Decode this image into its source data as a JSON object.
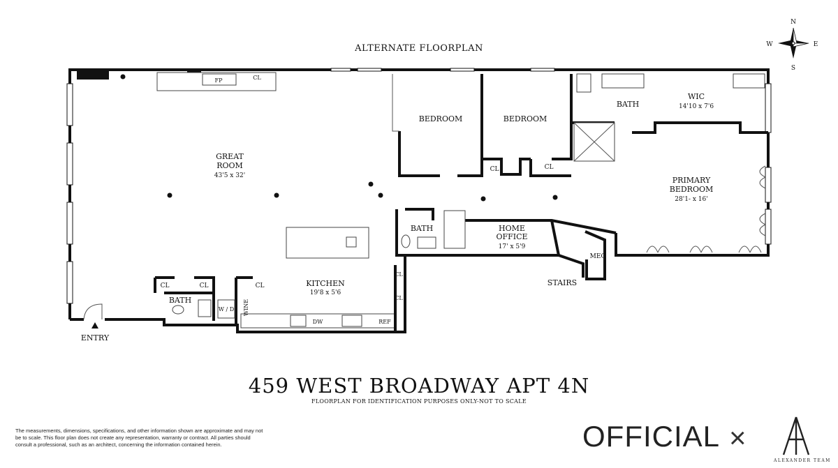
{
  "header": {
    "title": "ALTERNATE FLOORPLAN"
  },
  "compass": {
    "n": "N",
    "s": "S",
    "e": "E",
    "w": "W"
  },
  "rooms": {
    "great_room": {
      "name1": "GREAT",
      "name2": "ROOM",
      "dims": "43'5 x 32'"
    },
    "bedroom_1": {
      "name": "BEDROOM"
    },
    "bedroom_2": {
      "name": "BEDROOM"
    },
    "bath_top": {
      "name": "BATH"
    },
    "wic": {
      "name": "WIC",
      "dims": "14'10 x 7'6"
    },
    "primary_bedroom": {
      "name1": "PRIMARY",
      "name2": "BEDROOM",
      "dims": "28'1- x 16'"
    },
    "bath_mid": {
      "name": "BATH"
    },
    "home_office": {
      "name1": "HOME",
      "name2": "OFFICE",
      "dims": "17' x 5'9"
    },
    "mec": {
      "name": "MEC"
    },
    "stairs": {
      "name": "STAIRS"
    },
    "kitchen": {
      "name": "KITCHEN",
      "dims": "19'8 x 5'6"
    },
    "bath_low": {
      "name": "BATH"
    },
    "entry": {
      "name": "ENTRY"
    }
  },
  "fixtures": {
    "fp": "FP",
    "cl": "CL",
    "wd": "W / D",
    "wine": "WINE",
    "dw": "DW",
    "ref": "REF"
  },
  "footer": {
    "address": "459 WEST BROADWAY APT 4N",
    "note": "FLOORPLAN FOR IDENTIFICATION PURPOSES ONLY-NOT TO SCALE",
    "disclaimer": "The measurements, dimensions, specifications, and other information shown are approximate and may not be to scale. This floor plan does not create any representation, warranty or contract. All parties should consult a professional, such as an architect, concerning the information contained herein.",
    "brand": "OFFICIAL",
    "separator": "×",
    "logo_letter": "A",
    "logo_name": "ALEXANDER TEAM"
  }
}
